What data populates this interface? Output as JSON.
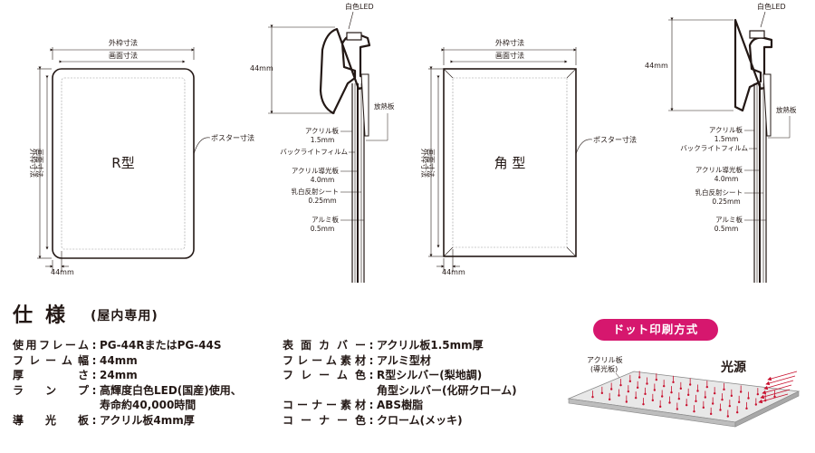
{
  "left_diagram": {
    "outer_frame": "外枠寸法",
    "screen": "画面寸法",
    "outer_frame_v": "外枠寸法",
    "screen_v": "画面寸法",
    "type_label": "R型",
    "poster": "ポスター寸法",
    "frame_width": "44mm"
  },
  "left_section": {
    "led": "白色LED",
    "depth": "44mm",
    "heatsink": "放熱板",
    "acrylic": "アクリル板",
    "acrylic_t": "1.5mm",
    "backlight": "バックライトフィルム",
    "guide": "アクリル導光板",
    "guide_t": "4.0mm",
    "reflect": "乳白反射シート",
    "reflect_t": "0.25mm",
    "alumi": "アルミ板",
    "alumi_t": "0.5mm"
  },
  "right_diagram": {
    "outer_frame": "外枠寸法",
    "screen": "画面寸法",
    "outer_frame_v": "外枠寸法",
    "screen_v": "画面寸法",
    "type_label": "角 型",
    "poster": "ポスター寸法",
    "frame_width": "44mm"
  },
  "right_section": {
    "led": "白色LED",
    "depth": "44mm",
    "heatsink": "放熱板",
    "acrylic": "アクリル板",
    "acrylic_t": "1.5mm",
    "backlight": "バックライトフィルム",
    "guide": "アクリル導光板",
    "guide_t": "4.0mm",
    "reflect": "乳白反射シート",
    "reflect_t": "0.25mm",
    "alumi": "アルミ板",
    "alumi_t": "0.5mm"
  },
  "spec": {
    "title": "仕様",
    "subtitle": "(屋内専用)",
    "col1": [
      {
        "k": "使用フレーム",
        "v": "PG-44RまたはPG-44S"
      },
      {
        "k": "フレーム幅",
        "v": "44mm"
      },
      {
        "k": "厚さ",
        "v": "24mm"
      },
      {
        "k": "ランプ",
        "v": "高輝度白色LED(国産)使用、"
      },
      {
        "k": "",
        "v": "寿命約40,000時間"
      },
      {
        "k": "導光板",
        "v": "アクリル板4mm厚"
      }
    ],
    "col2": [
      {
        "k": "表面カバー",
        "v": "アクリル板1.5mm厚"
      },
      {
        "k": "フレーム素材",
        "v": "アルミ型材"
      },
      {
        "k": "フレーム色",
        "v": "R型シルバー(梨地調)"
      },
      {
        "k": "",
        "v": "角型シルバー(化研クローム)"
      },
      {
        "k": "コーナー素材",
        "v": "ABS樹脂"
      },
      {
        "k": "コーナー色",
        "v": "クローム(メッキ)"
      }
    ]
  },
  "dot": {
    "badge": "ドット印刷方式",
    "acrylic": "アクリル板",
    "acrylic_sub": "(導光板)",
    "light": "光源",
    "badge_color": "#d6176e",
    "dot_color": "#c8102e"
  }
}
